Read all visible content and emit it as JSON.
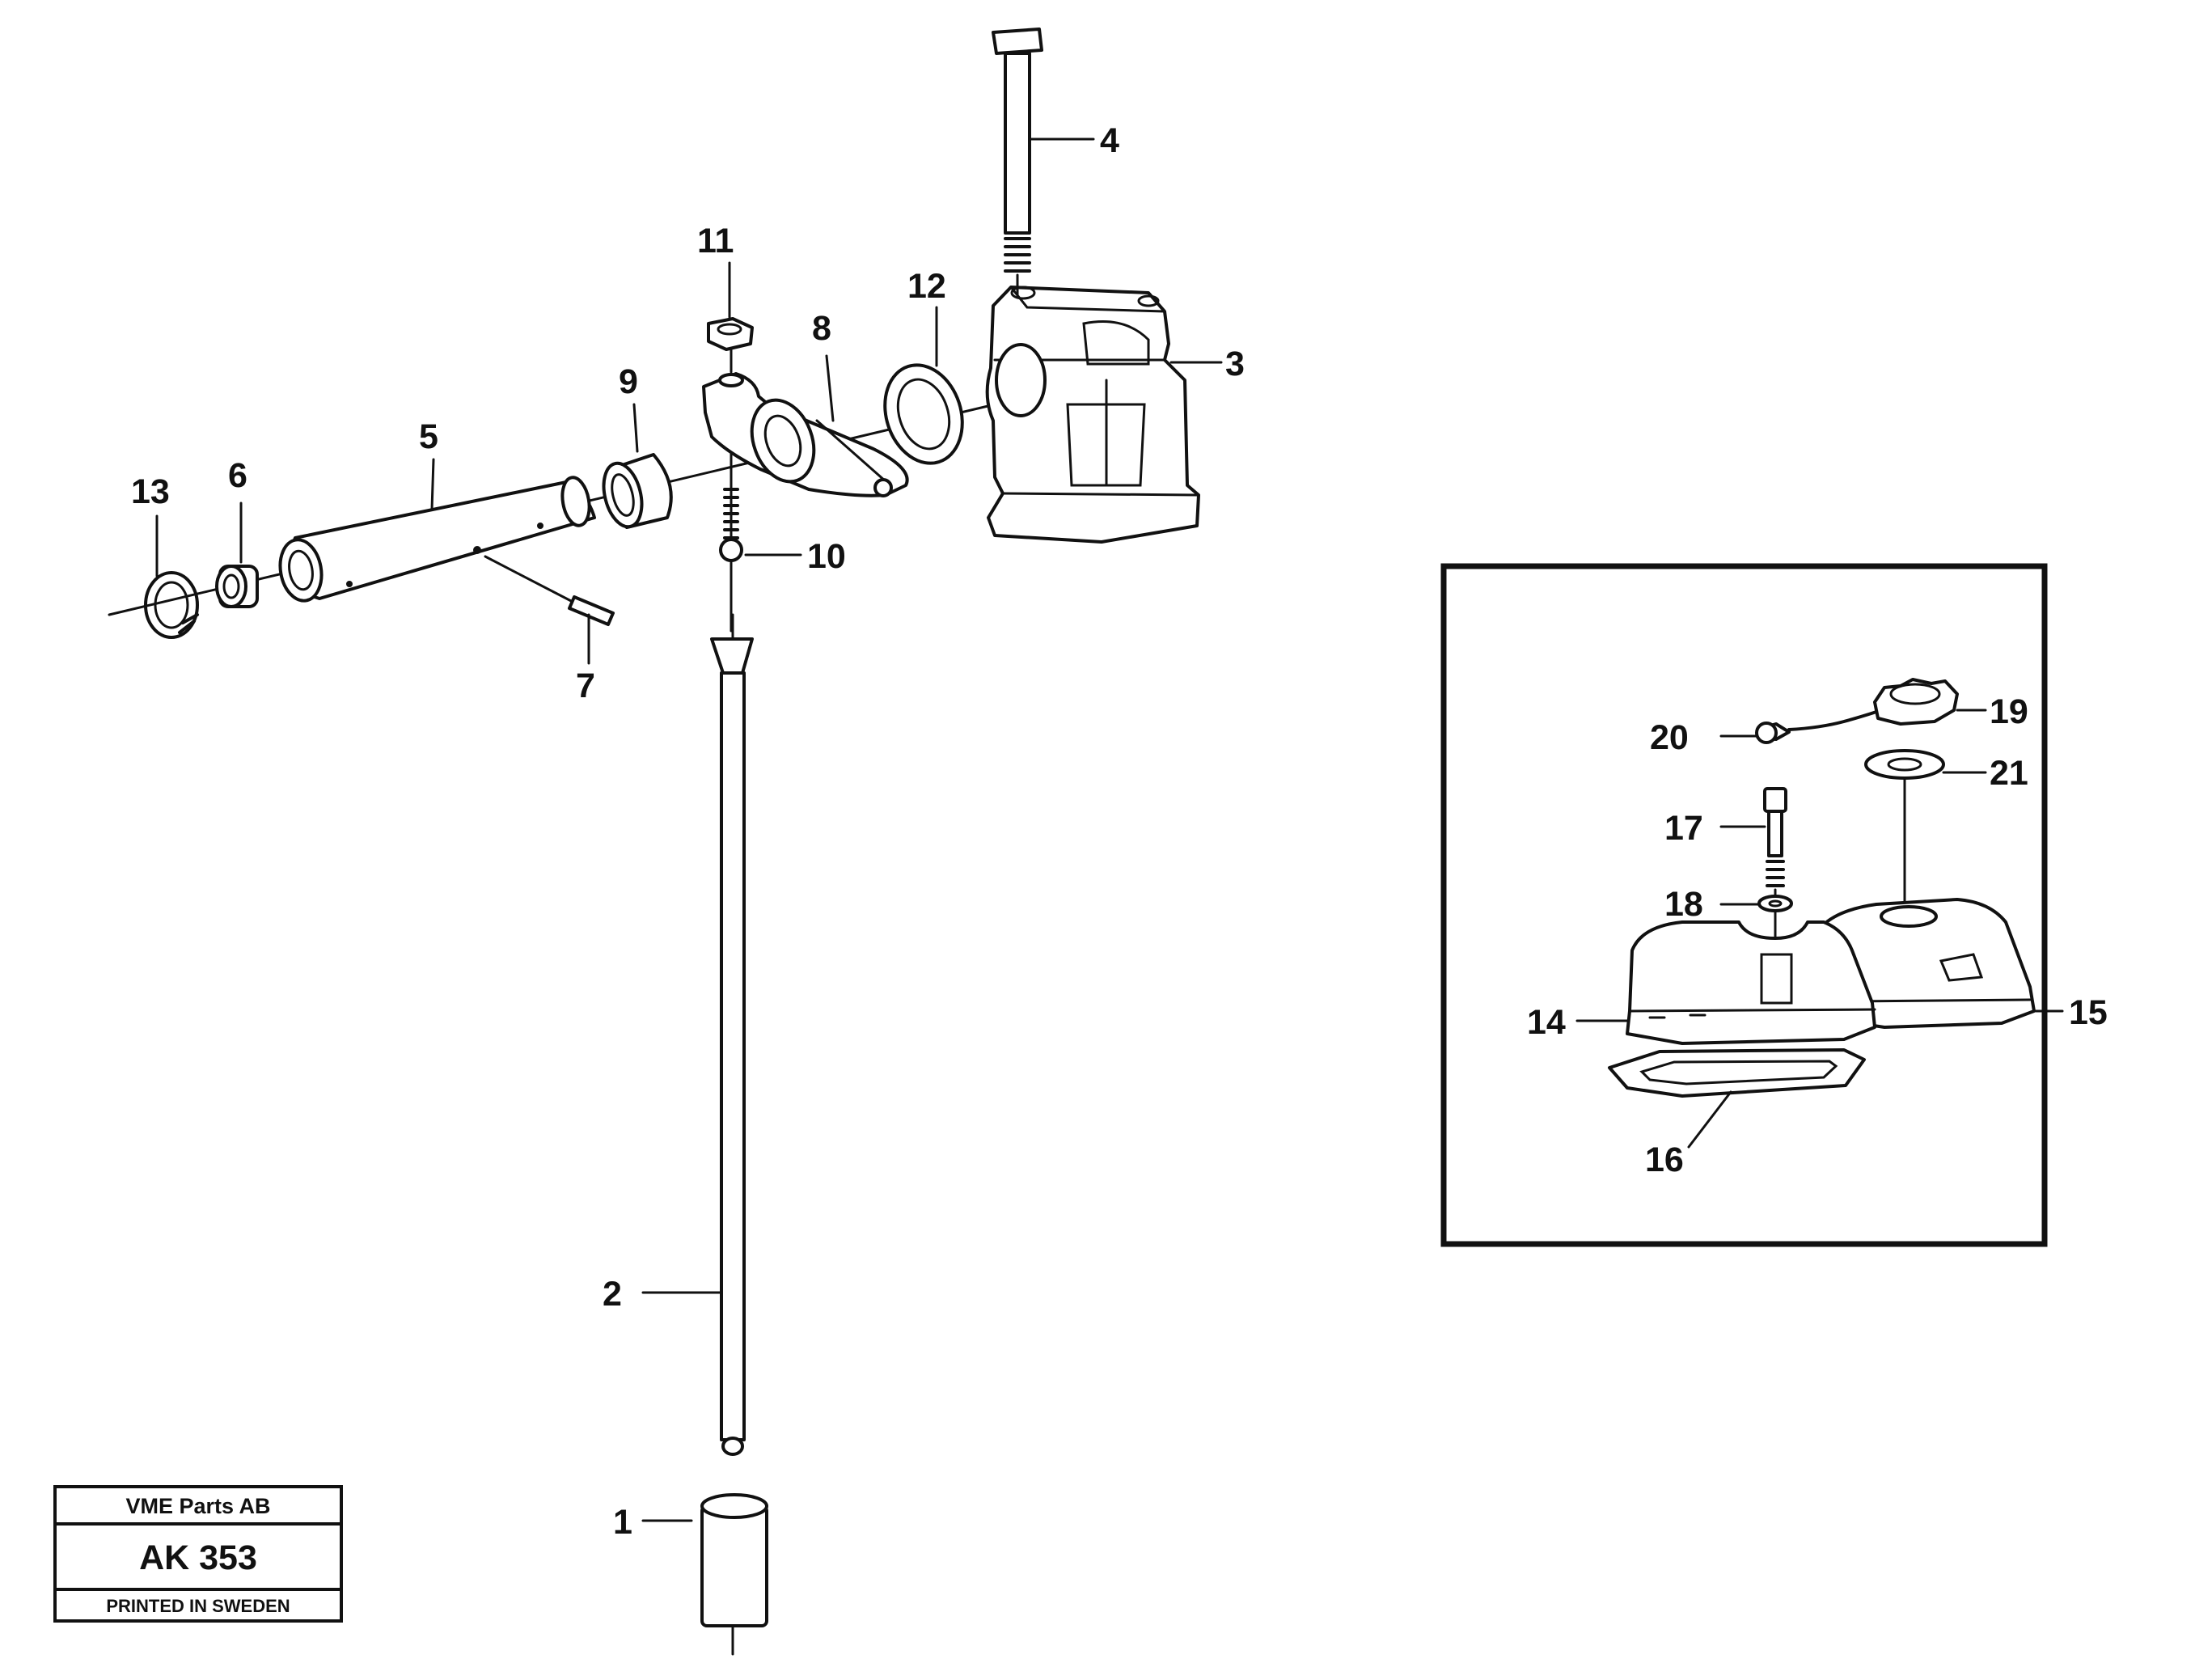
{
  "callouts": {
    "c1": "1",
    "c2": "2",
    "c3": "3",
    "c4": "4",
    "c5": "5",
    "c6": "6",
    "c7": "7",
    "c8": "8",
    "c9": "9",
    "c10": "10",
    "c11": "11",
    "c12": "12",
    "c13": "13",
    "c14": "14",
    "c15": "15",
    "c16": "16",
    "c17": "17",
    "c18": "18",
    "c19": "19",
    "c20": "20",
    "c21": "21"
  },
  "title_block": {
    "company": "VME Parts AB",
    "drawing_number": "AK 353",
    "printed": "PRINTED IN SWEDEN"
  }
}
